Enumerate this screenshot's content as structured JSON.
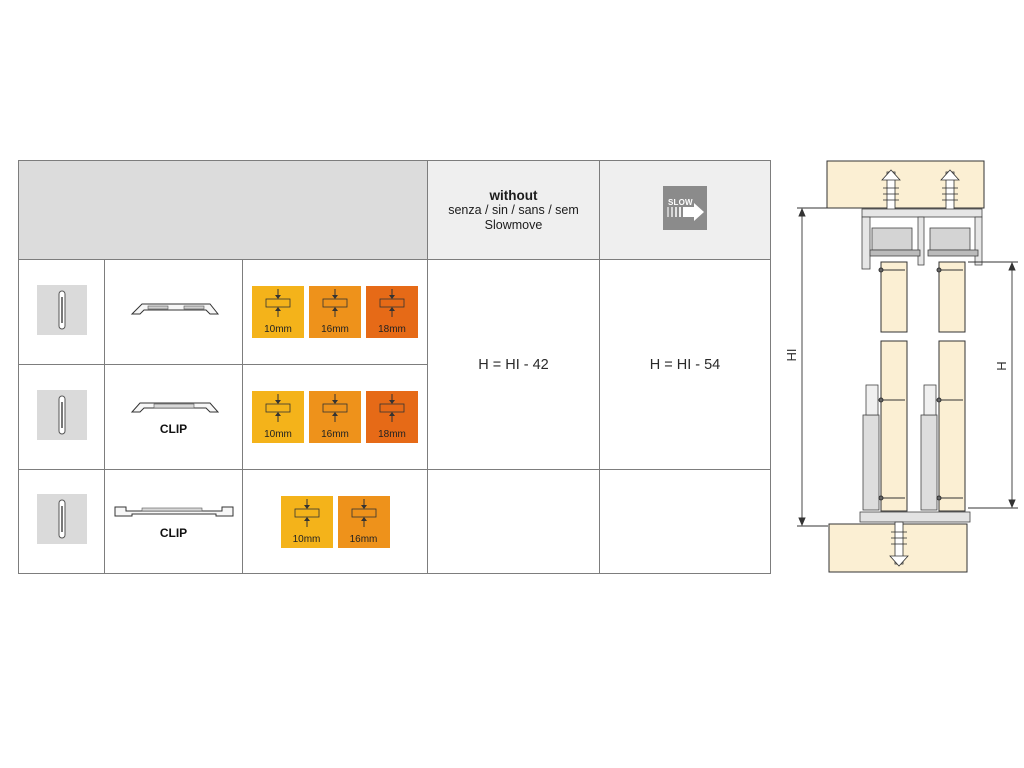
{
  "header": {
    "bold": "without",
    "line2": "senza / sin / sans / sem",
    "line3": "Slowmove",
    "slow_icon_text": "SLOW"
  },
  "rows": [
    {
      "clip_label": "",
      "thicknesses": [
        "10mm",
        "16mm",
        "18mm"
      ]
    },
    {
      "clip_label": "CLIP",
      "thicknesses": [
        "10mm",
        "16mm",
        "18mm"
      ]
    },
    {
      "clip_label": "CLIP",
      "thicknesses": [
        "10mm",
        "16mm"
      ]
    }
  ],
  "formulas": {
    "without_slowmove": "H = HI - 42",
    "with_slowmove": "H = HI - 54"
  },
  "diagram": {
    "label_hi": "HI",
    "label_h": "H"
  },
  "colors": {
    "thickness_10": "#f4b31a",
    "thickness_16": "#ee921b",
    "thickness_18": "#e66a17",
    "wood": "#fbefd3"
  }
}
